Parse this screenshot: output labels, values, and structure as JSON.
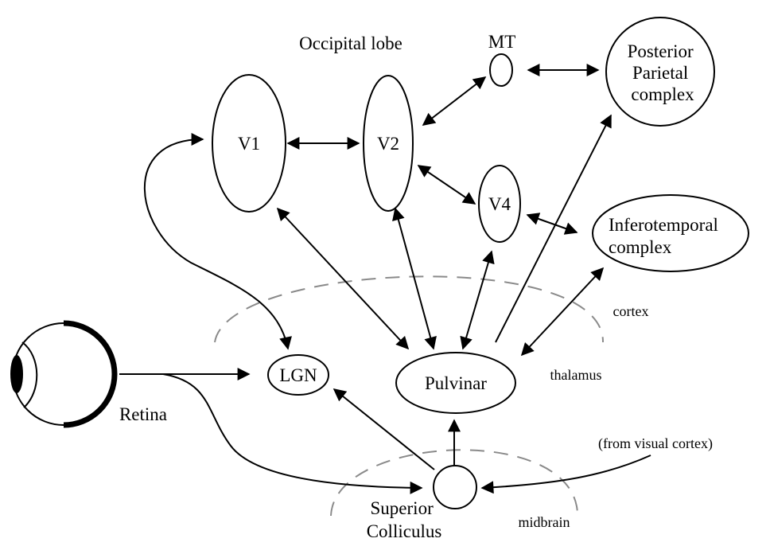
{
  "diagram": {
    "title": "Occipital lobe",
    "nodes": {
      "v1": "V1",
      "v2": "V2",
      "v4": "V4",
      "mt": "MT",
      "ppc": [
        "Posterior",
        "Parietal",
        "complex"
      ],
      "it": [
        "Inferotemporal",
        "complex"
      ],
      "lgn": "LGN",
      "pulvinar": "Pulvinar",
      "sc": [
        "Superior",
        "Colliculus"
      ],
      "retina": "Retina"
    },
    "regions": {
      "cortex": "cortex",
      "thalamus": "thalamus",
      "midbrain": "midbrain"
    },
    "annotations": {
      "from_visual_cortex": "(from visual cortex)"
    }
  },
  "colors": {
    "stroke": "#000000",
    "region_dash": "#8a8a8a",
    "background": "#ffffff"
  }
}
